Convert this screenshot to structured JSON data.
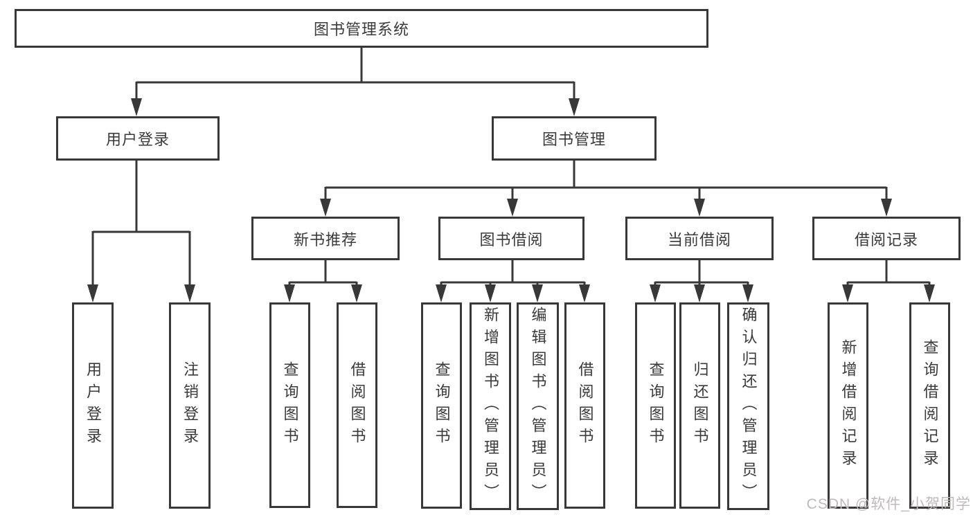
{
  "diagram": {
    "root": {
      "label": "图书管理系统"
    },
    "branches": [
      {
        "label": "用户登录",
        "children": [
          {
            "label": "用户登录"
          },
          {
            "label": "注销登录"
          }
        ]
      },
      {
        "label": "图书管理",
        "children": [
          {
            "label": "新书推荐",
            "children": [
              {
                "label": "查询图书"
              },
              {
                "label": "借阅图书"
              }
            ]
          },
          {
            "label": "图书借阅",
            "children": [
              {
                "label": "查询图书"
              },
              {
                "label": "新增图书（管理员）"
              },
              {
                "label": "编辑图书（管理员）"
              },
              {
                "label": "借阅图书"
              }
            ]
          },
          {
            "label": "当前借阅",
            "children": [
              {
                "label": "查询图书"
              },
              {
                "label": "归还图书"
              },
              {
                "label": "确认归还（管理员）"
              }
            ]
          },
          {
            "label": "借阅记录",
            "children": [
              {
                "label": "新增借阅记录"
              },
              {
                "label": "查询借阅记录"
              }
            ]
          }
        ]
      }
    ]
  },
  "watermark": {
    "text": "CSDN @软件_小贺同学"
  },
  "colors": {
    "line": "#383838",
    "box_border": "#383838",
    "box_fill": "#ffffff",
    "text": "#3a3a3a",
    "background": "#ffffff",
    "watermark": "#bfbaba"
  }
}
